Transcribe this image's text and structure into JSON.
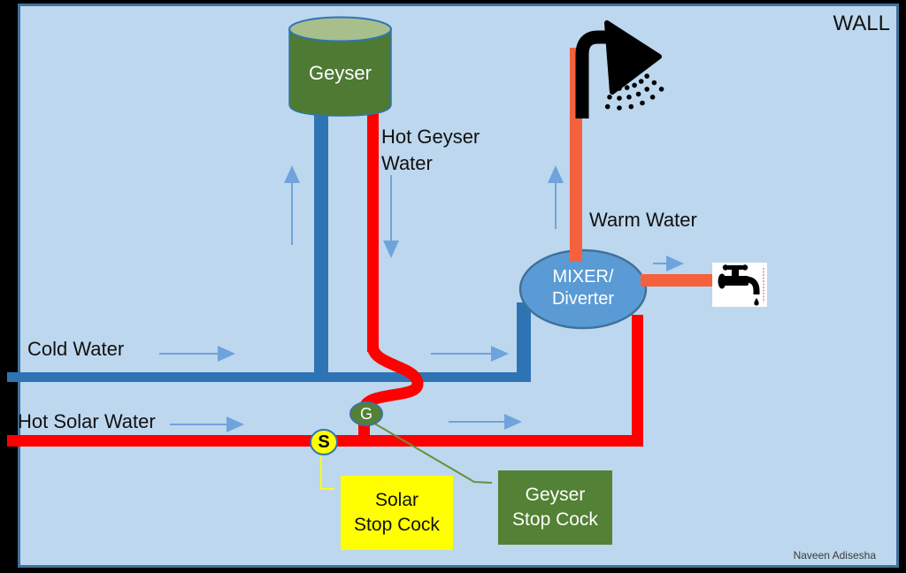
{
  "wall_label": "WALL",
  "credit": "Naveen Adisesha",
  "geyser": {
    "label": "Geyser"
  },
  "pipes": {
    "hot_geyser_water": [
      "Hot Geyser",
      "Water"
    ],
    "warm_water": "Warm Water",
    "cold_water": "Cold Water",
    "hot_solar_water": "Hot Solar Water"
  },
  "mixer": {
    "label": [
      "MIXER/",
      "Diverter"
    ]
  },
  "valves": {
    "solar": {
      "symbol": "S",
      "label": [
        "Solar",
        "Stop Cock"
      ]
    },
    "geyser": {
      "symbol": "G",
      "label": [
        "Geyser",
        "Stop Cock"
      ]
    }
  },
  "icons": {
    "shower": "shower-icon",
    "tap": "tap-icon"
  },
  "colors": {
    "panel_fill": "#BDD7EE",
    "panel_border": "#41719C",
    "pipe_cold": "#2E74B5",
    "pipe_hot": "#FF0000",
    "pipe_warm": "#F4613C",
    "mixer_fill": "#5B9BD5",
    "mixer_border": "#41719C",
    "geyser_body": "#4E7A33",
    "geyser_top": "#A8BF8B",
    "geyser_border": "#2E74B5",
    "valve_solar": "#FFFF00",
    "valve_geyser": "#538135",
    "arrow": "#6FA3DC",
    "connector_green": "#6A8F3F"
  }
}
